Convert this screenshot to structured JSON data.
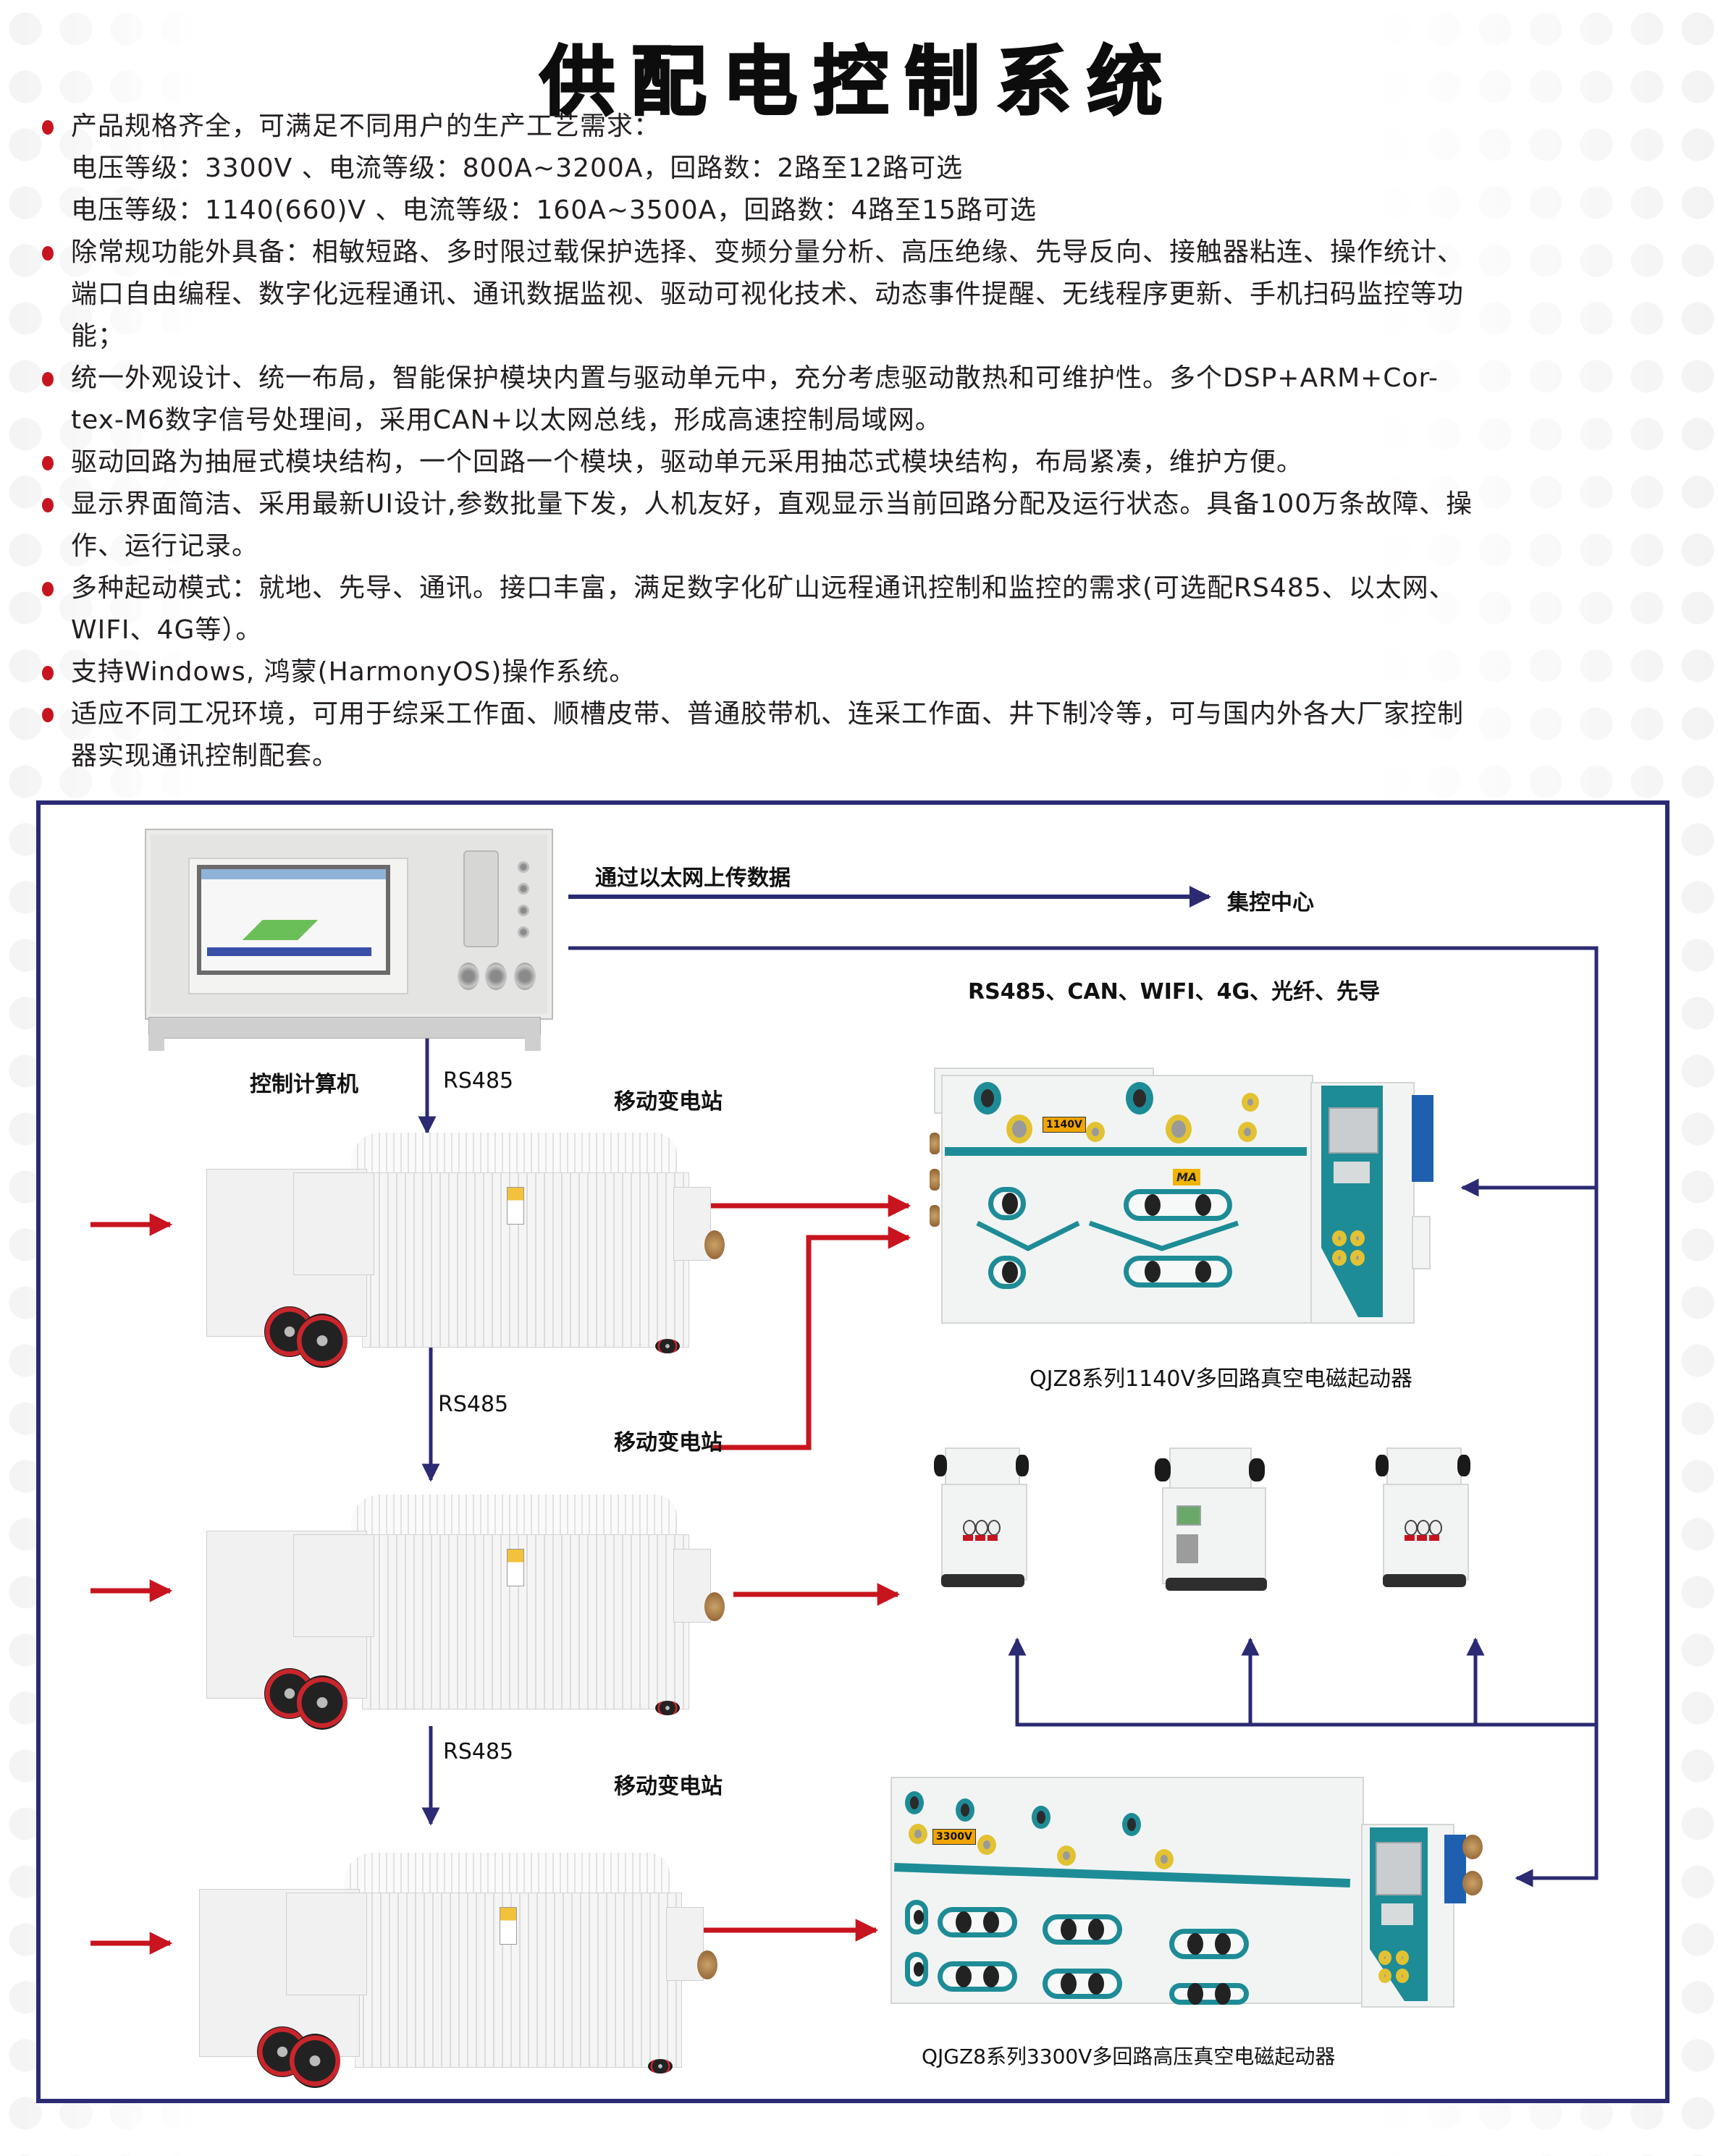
{
  "page": {
    "title": "供配电控制系统",
    "accent_color": "#c8141e",
    "line_color": "#2b2a72",
    "equipment_color": "#1e8c96"
  },
  "bullets": [
    {
      "lines": [
        "产品规格齐全，可满足不同用户的生产工艺需求：",
        "电压等级：3300V 、电流等级：800A~3200A，回路数：2路至12路可选",
        "电压等级：1140(660)V 、电流等级：160A~3500A，回路数：4路至15路可选"
      ]
    },
    {
      "lines": [
        "除常规功能外具备：相敏短路、多时限过载保护选择、变频分量分析、高压绝缘、先导反向、接触器粘连、操作统计、",
        "端口自由编程、数字化远程通讯、通讯数据监视、驱动可视化技术、动态事件提醒、无线程序更新、手机扫码监控等功",
        "能；"
      ]
    },
    {
      "lines": [
        "统一外观设计、统一布局，智能保护模块内置与驱动单元中，充分考虑驱动散热和可维护性。多个DSP+ARM+Cor-",
        "tex-M6数字信号处理间，采用CAN+以太网总线，形成高速控制局域网。"
      ]
    },
    {
      "lines": [
        "驱动回路为抽屉式模块结构，一个回路一个模块，驱动单元采用抽芯式模块结构，布局紧凑，维护方便。"
      ]
    },
    {
      "lines": [
        "显示界面简洁、采用最新UI设计,参数批量下发，人机友好，直观显示当前回路分配及运行状态。具备100万条故障、操",
        "作、运行记录。"
      ]
    },
    {
      "lines": [
        "多种起动模式：就地、先导、通讯。接口丰富，满足数字化矿山远程通讯控制和监控的需求(可选配RS485、以太网、",
        "WIFI、4G等）。"
      ]
    },
    {
      "lines": [
        "支持Windows, 鸿蒙(HarmonyOS)操作系统。"
      ]
    },
    {
      "lines": [
        "适应不同工况环境，可用于综采工作面、顺槽皮带、普通胶带机、连采工作面、井下制冷等，可与国内外各大厂家控制",
        "器实现通讯控制配套。"
      ]
    }
  ],
  "diagram": {
    "control_computer_label": "控制计算机",
    "ethernet_upload_label": "通过以太网上传数据",
    "central_control_label": "集控中心",
    "comm_options_label": "RS485、CAN、WIFI、4G、光纤、先导",
    "rs485_labels": [
      "RS485",
      "RS485",
      "RS485"
    ],
    "substation_labels": [
      "移动变电站",
      "移动变电站",
      "移动变电站"
    ],
    "qjz8_caption": "QJZ8系列1140V多回路真空电磁起动器",
    "qjgz8_caption": "QJGZ8系列3300V多回路高压真空电磁起动器",
    "equipment_tags": {
      "voltage_1140": "1140V",
      "voltage_3300": "3300V",
      "ma_mark": "MA"
    }
  }
}
